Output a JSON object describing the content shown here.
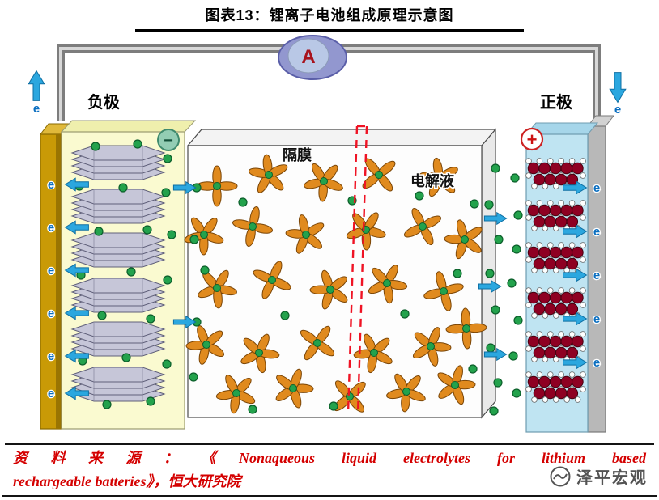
{
  "title": "图表13：锂离子电池组成原理示意图",
  "diagram": {
    "ammeter_label": "A",
    "electron_label": "e",
    "anode_label": "负极",
    "cathode_label": "正极",
    "separator_label": "隔膜",
    "electrolyte_label": "电解液",
    "negative_sign": "−",
    "positive_sign": "+"
  },
  "source": {
    "line1": "资料来源：《Nonaqueous liquid electrolytes for lithium based",
    "line2": "rechargeable batteries》，恒大研究院"
  },
  "watermark": {
    "text": "泽平宏观"
  },
  "colors": {
    "copper_collector": "#C99A06",
    "anode_body": "#FAFAD0",
    "graphite_layer": "#C6C6D8",
    "lithium_ion": "#23A24C",
    "solvent_molecule": "#E08A1E",
    "separator_dash": "#EF1324",
    "cathode_body": "#BFE4F2",
    "cathode_particle": "#8E0022",
    "aluminum_collector": "#B8B8B8",
    "flow_arrow": "#2BA7DF",
    "electron_text": "#0A6EC0",
    "source_text": "#D40000"
  }
}
